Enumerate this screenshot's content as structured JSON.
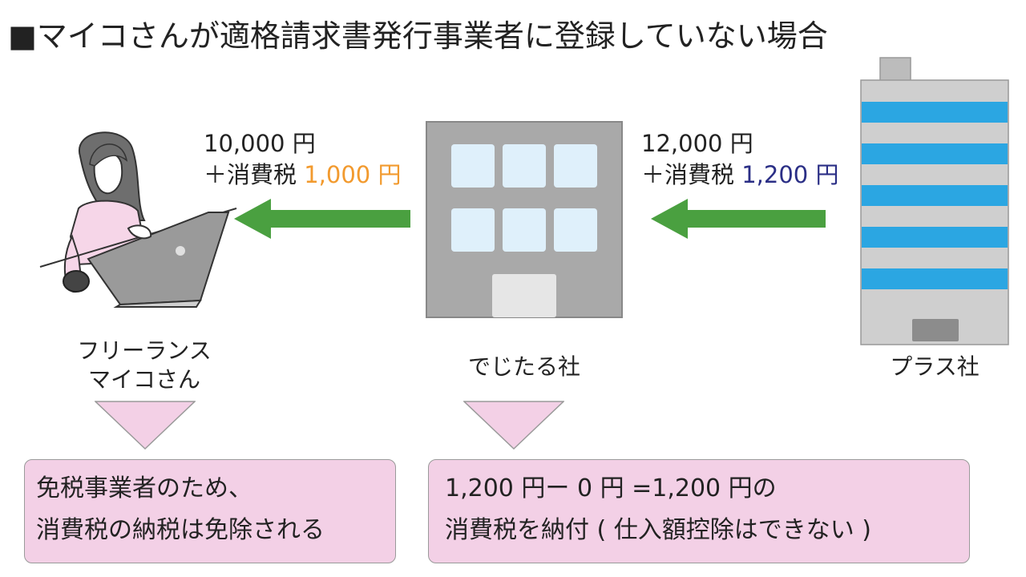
{
  "title": "■マイコさんが適格請求書発行事業者に登録していない場合",
  "left_flow": {
    "amount": "10,000 円",
    "tax_prefix": "＋消費税 ",
    "tax_value": "1,000 円",
    "tax_color": "#f29a2e"
  },
  "right_flow": {
    "amount": "12,000 円",
    "tax_prefix": "＋消費税 ",
    "tax_value": "1,200 円",
    "tax_color": "#2b2f86"
  },
  "arrow_color": "#4aa040",
  "entities": {
    "freelancer": {
      "line1": "フリーランス",
      "line2": "マイコさん"
    },
    "company": {
      "label": "でじたる社"
    },
    "plus": {
      "label": "プラス社"
    }
  },
  "notes": {
    "left": {
      "line1": "免税事業者のため、",
      "line2": "消費税の納税は免除される"
    },
    "right": {
      "line1": "1,200 円ー 0 円 =1,200 円の",
      "line2": "消費税を納付 ( 仕入額控除はできない )"
    },
    "fill": "#f3d0e6"
  }
}
